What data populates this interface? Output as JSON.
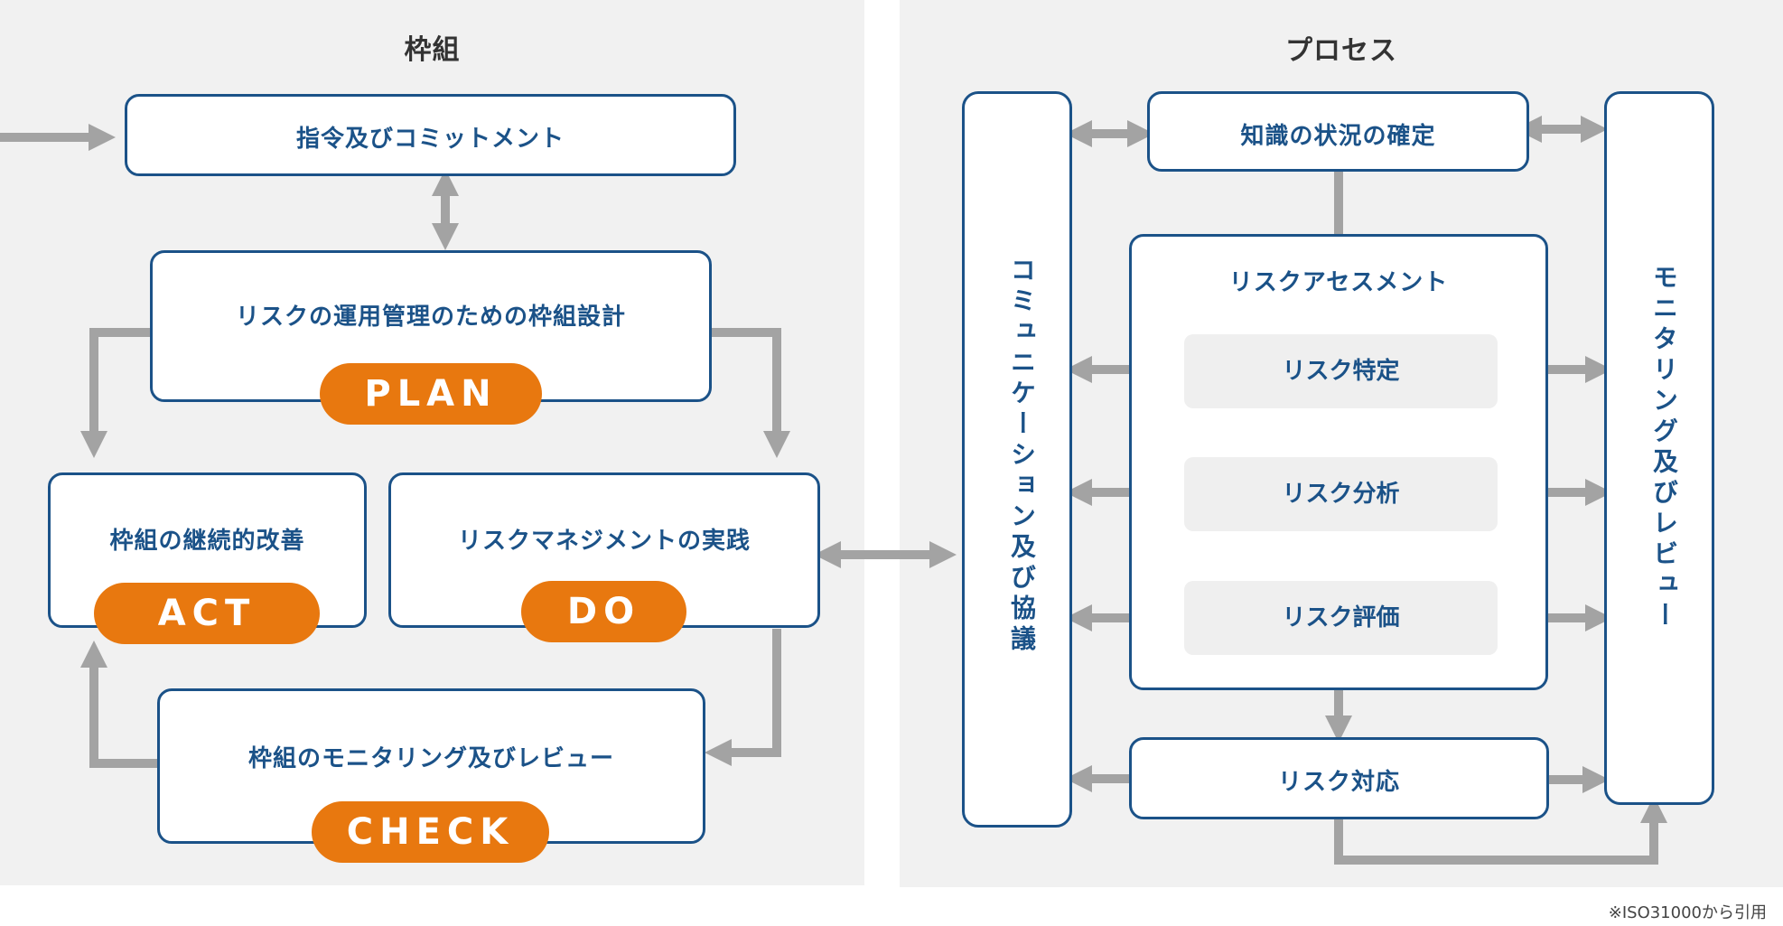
{
  "left_panel": {
    "title": "枠組",
    "commitment": "指令及びコミットメント",
    "plan_box": "リスクの運用管理のための枠組設計",
    "plan_pill": "PLAN",
    "act_box": "枠組の継続的改善",
    "act_pill": "ACT",
    "do_box": "リスクマネジメントの実践",
    "do_pill": "DO",
    "check_box": "枠組のモニタリング及びレビュー",
    "check_pill": "CHECK"
  },
  "right_panel": {
    "title": "プロセス",
    "communication": "コミュニケーション及び協議",
    "context": "知識の状況の確定",
    "assessment_title": "リスクアセスメント",
    "identification": "リスク特定",
    "analysis": "リスク分析",
    "evaluation": "リスク評価",
    "treatment": "リスク対応",
    "monitoring": "モニタリング及びレビュー"
  },
  "footnote": "※ISO31000から引用",
  "colors": {
    "box_border": "#1b5288",
    "text": "#1b5288",
    "pill": "#e8780f",
    "arrow": "#a3a3a3",
    "panel_bg": "#f1f1f1"
  }
}
